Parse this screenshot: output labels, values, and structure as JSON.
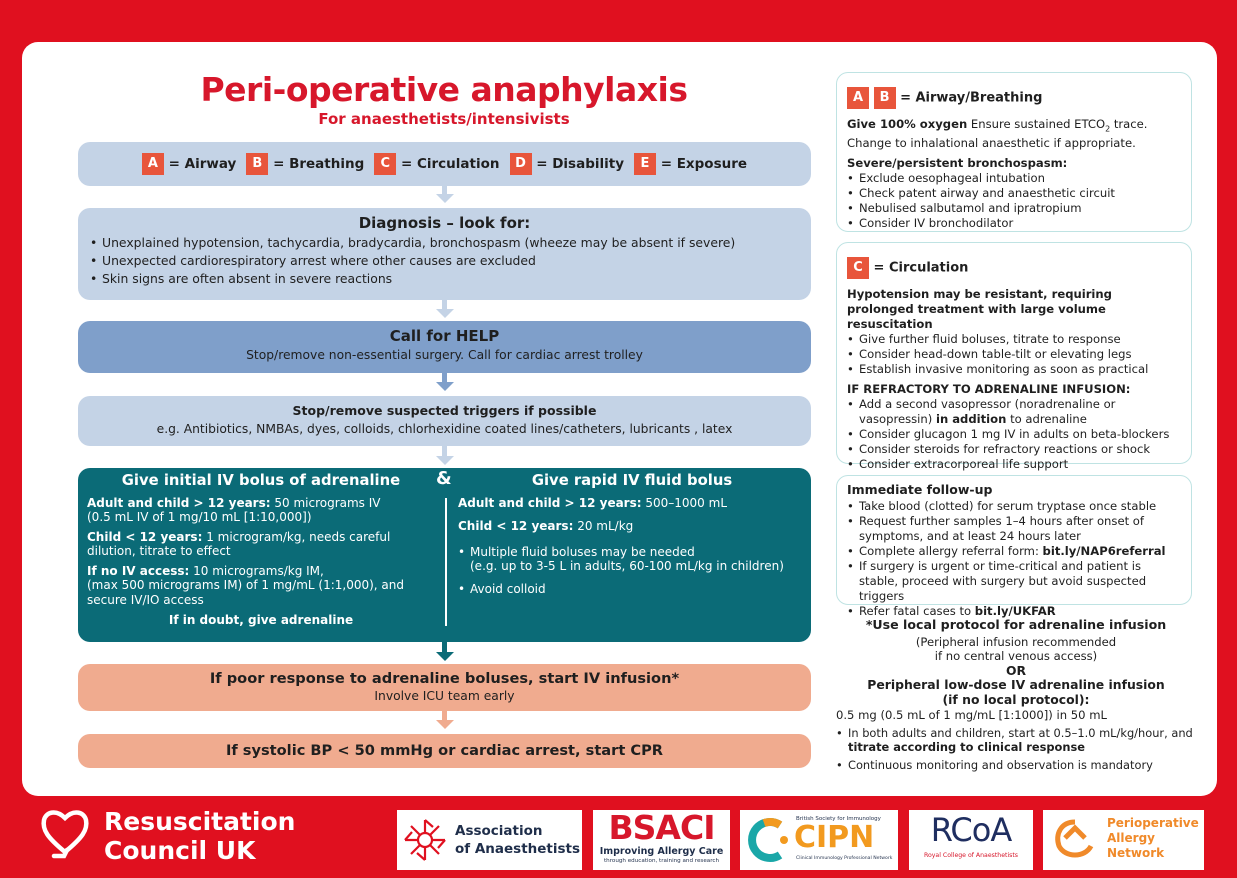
{
  "header": {
    "title": "Peri-operative anaphylaxis",
    "subtitle": "For anaesthetists/intensivists"
  },
  "abcde": [
    {
      "letter": "A",
      "label": "= Airway"
    },
    {
      "letter": "B",
      "label": "= Breathing"
    },
    {
      "letter": "C",
      "label": "= Circulation"
    },
    {
      "letter": "D",
      "label": "= Disability"
    },
    {
      "letter": "E",
      "label": "= Exposure"
    }
  ],
  "diagnosis": {
    "title": "Diagnosis – look for:",
    "items": [
      "Unexplained hypotension, tachycardia, bradycardia, bronchospasm (wheeze may be absent if severe)",
      "Unexpected cardiorespiratory arrest where other causes are excluded",
      "Skin signs are often absent in severe reactions"
    ]
  },
  "help": {
    "title": "Call for HELP",
    "text": "Stop/remove non-essential surgery. Call for cardiac arrest trolley"
  },
  "triggers": {
    "title": "Stop/remove suspected triggers if possible",
    "text": "e.g. Antibiotics, NMBAs, dyes, colloids, chlorhexidine coated lines/catheters, lubricants , latex"
  },
  "adrenaline": {
    "title": "Give initial IV bolus of adrenaline",
    "adult_label": "Adult and child > 12 years:",
    "adult_text": "50 micrograms IV",
    "adult_text2": "(0.5 mL IV of 1 mg/10 mL [1:10,000])",
    "child_label": "Child < 12 years:",
    "child_text": "1 microgram/kg, needs careful",
    "child_text2": "dilution, titrate to effect",
    "noiv_label": "If no IV access:",
    "noiv_text": "10 micrograms/kg IM,",
    "noiv_text2": "(max 500 micrograms IM) of 1 mg/mL (1:1,000), and",
    "noiv_text3": "secure IV/IO access",
    "doubt": "If in doubt, give adrenaline"
  },
  "ampersand": "&",
  "fluid": {
    "title": "Give rapid IV fluid bolus",
    "adult_label": "Adult and child > 12 years:",
    "adult_text": "500–1000 mL",
    "child_label": "Child < 12 years:",
    "child_text": "20 mL/kg",
    "bullet1": "Multiple fluid boluses may be needed",
    "bullet1b": "(e.g. up to 3-5 L in adults, 60-100 mL/kg in children)",
    "bullet2": "Avoid colloid"
  },
  "infusion": {
    "title": "If poor response to adrenaline boluses, start IV infusion*",
    "text": "Involve ICU team early"
  },
  "cpr": {
    "title": "If systolic BP < 50 mmHg or cardiac arrest, start CPR"
  },
  "airway_panel": {
    "a": "A",
    "b": "B",
    "heading": "= Airway/Breathing",
    "oxygen_label": "Give 100% oxygen",
    "oxygen_text": "Ensure sustained ETCO",
    "oxygen_sub": "2",
    "oxygen_text2": "trace.",
    "oxygen_text3": "Change to inhalational anaesthetic if appropriate.",
    "bronch_title": "Severe/persistent bronchospasm:",
    "items": [
      "Exclude oesophageal intubation",
      "Check patent airway and anaesthetic circuit",
      "Nebulised salbutamol and ipratropium",
      "Consider IV bronchodilator"
    ]
  },
  "circ_panel": {
    "c": "C",
    "heading": "= Circulation",
    "hypo_title": "Hypotension may be resistant, requiring prolonged treatment with large volume resuscitation",
    "items": [
      "Give further fluid boluses, titrate to response",
      "Consider head-down table-tilt or elevating legs",
      "Establish invasive monitoring as soon as practical"
    ],
    "refr_title": "IF REFRACTORY TO ADRENALINE INFUSION:",
    "refr1a": "Add a second vasopressor (noradrenaline or vasopressin)",
    "refr1b": "in addition",
    "refr1c": "to adrenaline",
    "refr_items": [
      "Consider glucagon 1 mg IV in adults on beta-blockers",
      "Consider steroids for refractory reactions or shock",
      "Consider extracorporeal life support"
    ]
  },
  "followup": {
    "title": "Immediate follow-up",
    "i1": "Take blood (clotted) for serum tryptase once stable",
    "i2": "Request further samples 1–4 hours after onset of symptoms, and at least 24 hours later",
    "i3a": "Complete allergy referral form:",
    "i3b": "bit.ly/NAP6referral",
    "i4": "If surgery is urgent or time-critical and patient is stable, proceed with surgery but avoid suspected triggers",
    "i5a": "Refer fatal cases to",
    "i5b": "bit.ly/UKFAR"
  },
  "protocol": {
    "title": "*Use local protocol for adrenaline infusion",
    "sub1": "(Peripheral infusion recommended",
    "sub2": "if no central venous access)",
    "or": "OR",
    "title2": "Peripheral low-dose IV adrenaline infusion",
    "title3": "(if no local protocol):",
    "dose": "0.5 mg (0.5 mL of 1 mg/mL [1:1000]) in 50 mL",
    "b1a": "In both adults and children, start at 0.5–1.0 mL/kg/hour, and",
    "b1b": "titrate according to clinical response",
    "b2": "Continuous monitoring and observation is mandatory"
  },
  "footer": {
    "rcuk1": "Resuscitation",
    "rcuk2": "Council UK",
    "aoa1": "Association",
    "aoa2": "of Anaesthetists",
    "bsaci": "BSACI",
    "bsaci_sub": "Improving Allergy Care",
    "bsaci_sub2": "through education, training and research",
    "cipn_top": "British Society for Immunology",
    "cipn": "CIPN",
    "cipn_sub": "Clinical Immunology Professional Network",
    "rcoa": "RCoA",
    "rcoa_sub": "Royal College of Anaesthetists",
    "pan1": "Perioperative",
    "pan2": "Allergy",
    "pan3": "Network"
  },
  "colors": {
    "brand_red": "#e0101f",
    "light_blue": "#c4d3e6",
    "mid_blue": "#7f9fca",
    "teal": "#0b6b77",
    "salmon": "#f0ab8f",
    "letter_orange": "#e8553b"
  }
}
